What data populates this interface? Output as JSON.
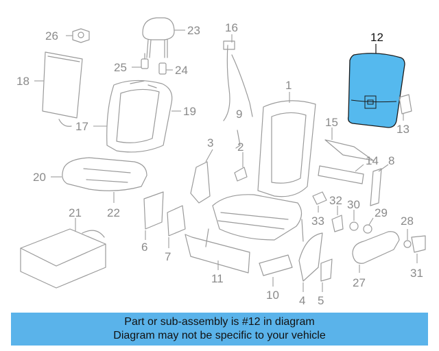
{
  "diagram": {
    "highlight_color": "#55b9ee",
    "highlighted_part": "12",
    "callouts": [
      {
        "id": "1",
        "text": "1"
      },
      {
        "id": "2",
        "text": "2"
      },
      {
        "id": "3",
        "text": "3"
      },
      {
        "id": "4",
        "text": "4"
      },
      {
        "id": "5",
        "text": "5"
      },
      {
        "id": "6",
        "text": "6"
      },
      {
        "id": "7",
        "text": "7"
      },
      {
        "id": "8",
        "text": "8"
      },
      {
        "id": "9",
        "text": "9"
      },
      {
        "id": "10",
        "text": "10"
      },
      {
        "id": "11",
        "text": "11"
      },
      {
        "id": "12",
        "text": "12"
      },
      {
        "id": "13",
        "text": "13"
      },
      {
        "id": "14",
        "text": "14"
      },
      {
        "id": "15",
        "text": "15"
      },
      {
        "id": "16",
        "text": "16"
      },
      {
        "id": "17",
        "text": "17"
      },
      {
        "id": "18",
        "text": "18"
      },
      {
        "id": "19",
        "text": "19"
      },
      {
        "id": "20",
        "text": "20"
      },
      {
        "id": "21",
        "text": "21"
      },
      {
        "id": "22",
        "text": "22"
      },
      {
        "id": "23",
        "text": "23"
      },
      {
        "id": "24",
        "text": "24"
      },
      {
        "id": "25",
        "text": "25"
      },
      {
        "id": "26",
        "text": "26"
      },
      {
        "id": "27",
        "text": "27"
      },
      {
        "id": "28",
        "text": "28"
      },
      {
        "id": "29",
        "text": "29"
      },
      {
        "id": "30",
        "text": "30"
      },
      {
        "id": "31",
        "text": "31"
      },
      {
        "id": "32",
        "text": "32"
      },
      {
        "id": "33",
        "text": "33"
      }
    ]
  },
  "footer": {
    "line1": "Part or sub-assembly is #12 in diagram",
    "line2": "Diagram may not be specific to your vehicle",
    "background": "#5ab3ea"
  }
}
